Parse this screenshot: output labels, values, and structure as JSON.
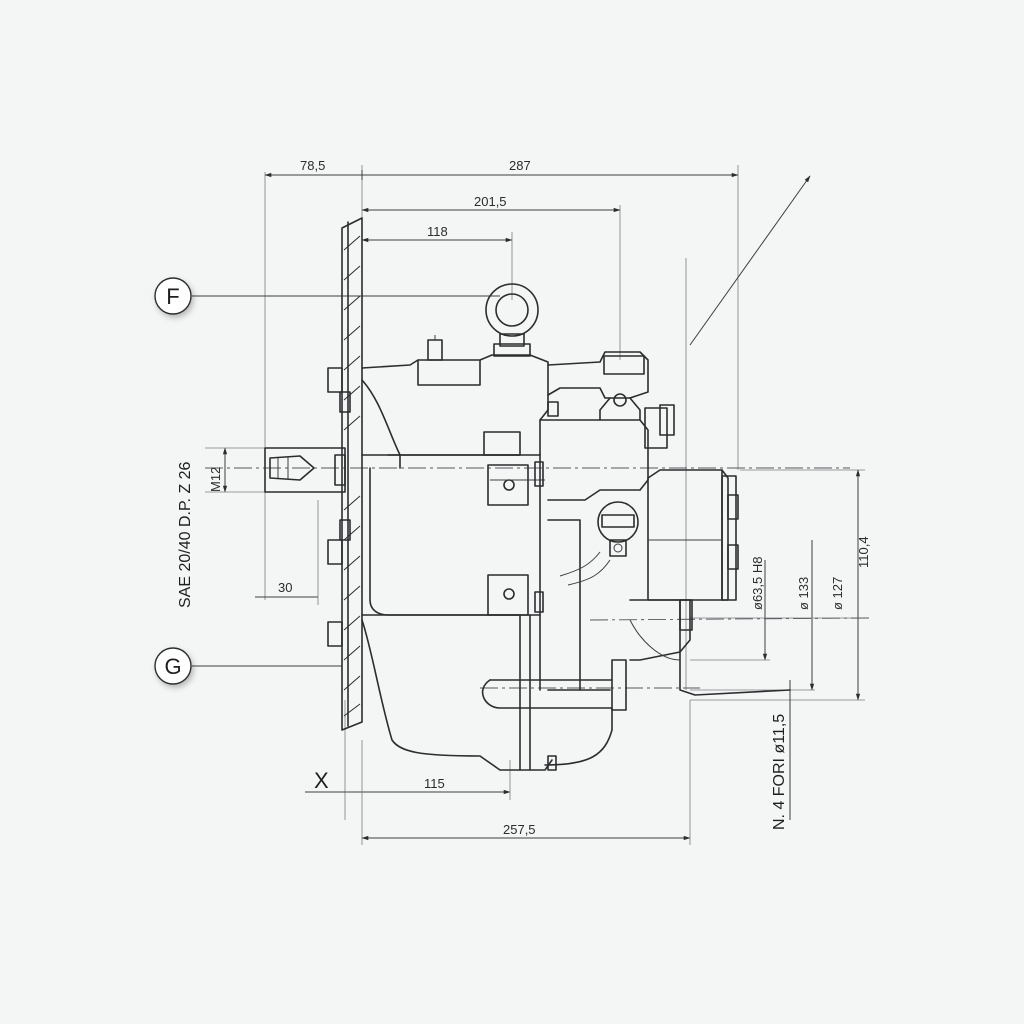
{
  "callouts": {
    "f": "F",
    "g": "G",
    "x": "X"
  },
  "dimensions": {
    "top_left": "78,5",
    "top_overall": "287",
    "top_mid": "201,5",
    "top_inner": "118",
    "bottom_inner": "115",
    "bottom_overall": "257,5",
    "shaft_offset": "30",
    "thread": "M12",
    "height_right": "110,4",
    "dia_spigot": "ø63,5 H8",
    "dia_bolt": "ø 133",
    "dia_flange": "ø 127"
  },
  "notes": {
    "shaft_spec": "SAE 20/40 D.P. Z 26",
    "holes": "N. 4 FORI ø11,5"
  },
  "colors": {
    "line": "#2b2d2f",
    "background": "#f4f5f5"
  }
}
